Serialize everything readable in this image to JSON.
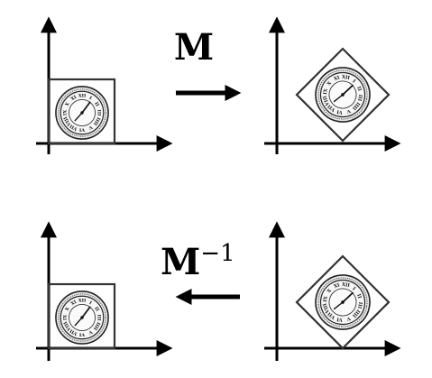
{
  "labels": {
    "forward": "M",
    "inverse_base": "M",
    "inverse_exponent": "−1"
  },
  "clock": {
    "numerals": [
      "XII",
      "I",
      "II",
      "III",
      "IIII",
      "V",
      "VI",
      "VII",
      "VIII",
      "IX",
      "X",
      "XI"
    ]
  },
  "colors": {
    "axis": "#000000",
    "box": "#333333",
    "clock_stroke": "#222222",
    "clock_face": "#f2f2f2"
  },
  "diagram": {
    "transform_angle_deg": 45
  }
}
